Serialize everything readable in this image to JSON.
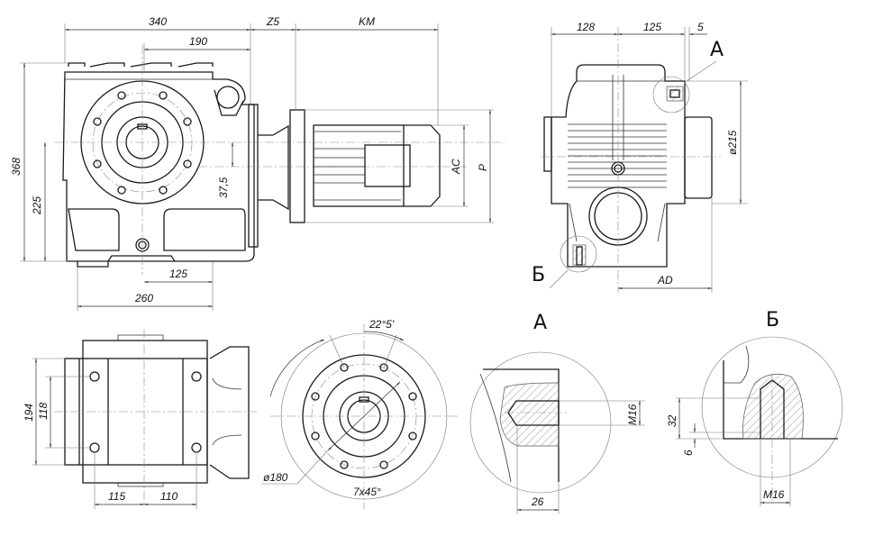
{
  "drawing": {
    "title": "Worm gear motor dimensional drawing",
    "views": {
      "front": {
        "dims": {
          "overall_length": "340",
          "shaft_to_flange": "190",
          "gap": "Z5",
          "motor_length": "KM",
          "height": "368",
          "shaft_height": "225",
          "offset": "37,5",
          "foot_half": "125",
          "foot_length": "260",
          "motor_ac": "AC",
          "motor_p": "P"
        }
      },
      "side": {
        "dims": {
          "left_width": "128",
          "right_width": "125",
          "flange_offset": "5",
          "flange_diameter": "ø215",
          "motor_ad": "AD"
        },
        "callouts": {
          "a": "A",
          "b": "Б"
        }
      },
      "top": {
        "dims": {
          "width": "194",
          "hole_span": "118",
          "left_pitch": "115",
          "right_pitch": "110"
        }
      },
      "flange": {
        "dims": {
          "angle": "22°5'",
          "pitch_diameter": "ø180",
          "holes": "7x45°"
        }
      },
      "detail_a": {
        "label": "A",
        "dims": {
          "thread": "M16",
          "depth": "26"
        }
      },
      "detail_b": {
        "label": "Б",
        "dims": {
          "depth": "32",
          "chamfer": "6",
          "thread": "M16"
        }
      }
    }
  }
}
